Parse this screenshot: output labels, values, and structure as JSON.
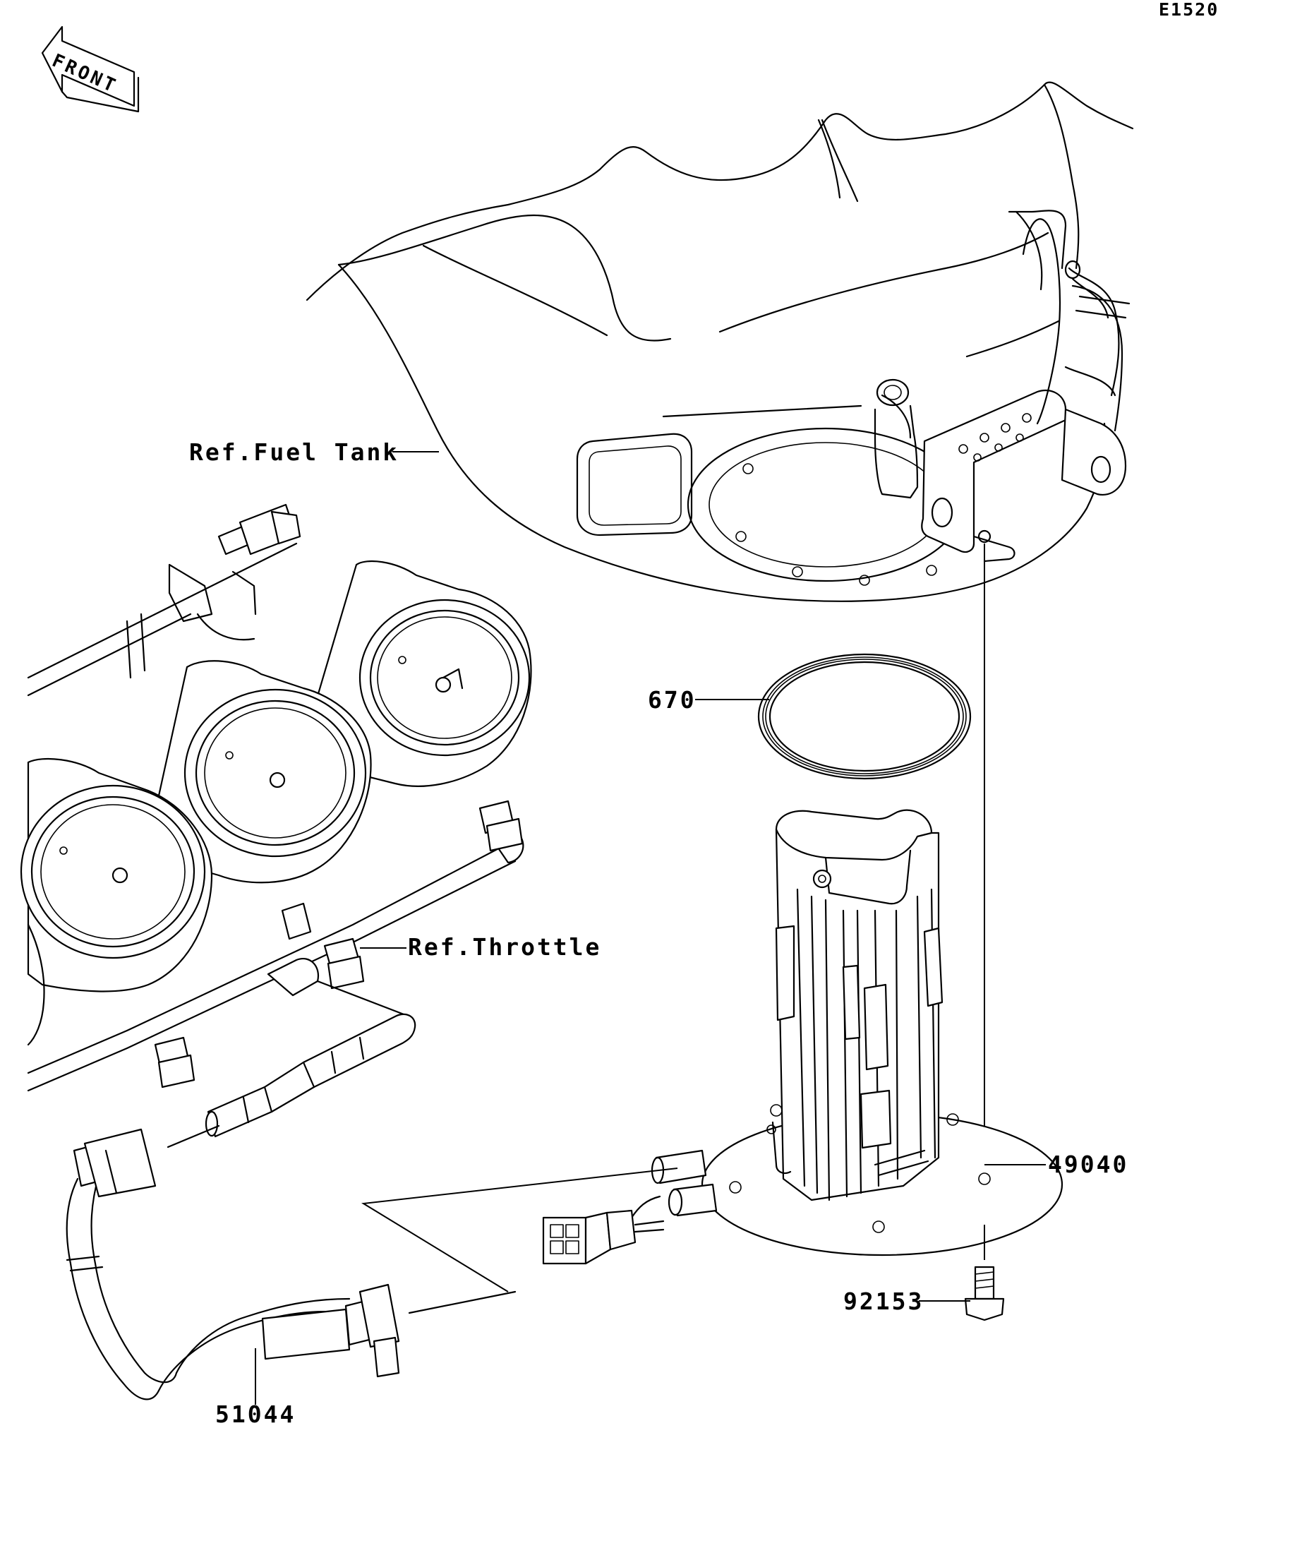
{
  "diagram_code": "E1520",
  "front_indicator": "FRONT",
  "labels": {
    "fuel_tank_ref": "Ref.Fuel Tank",
    "throttle_ref": "Ref.Throttle",
    "gasket": "670",
    "fuel_pump_assy": "49040",
    "bolt": "92153",
    "hose_assy": "51044"
  },
  "icons": [
    "front-arrow-icon"
  ]
}
